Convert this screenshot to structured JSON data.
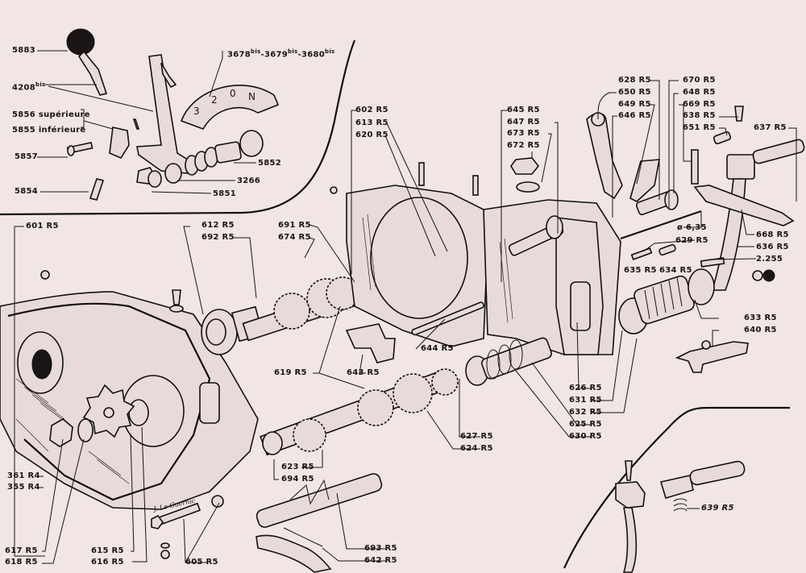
{
  "diagram": {
    "type": "exploded-parts-view",
    "subject": "motorcycle gearbox and gear selector assembly",
    "background_color": "#f1e5e5",
    "ink_color": "#1a1414",
    "signature": "J. Le Guernic",
    "selector_segment_markings": [
      "3",
      "2",
      "0",
      "N"
    ],
    "inset_top_left": {
      "labels": {
        "l5883": "5883",
        "l4208": "4208",
        "l4208_sup": "bis",
        "l3678": "3678",
        "l3679": "3679",
        "l3680": "3680",
        "sup_bis": "bis",
        "l5856": "5856 supérieure",
        "l5855": "5855 inférieure",
        "l5857": "5857",
        "l5854": "5854",
        "l5852": "5852",
        "l3266": "3266",
        "l5851": "5851"
      }
    },
    "main_labels": {
      "l601": "601 R5",
      "l612": "612 R5",
      "l692": "692 R5",
      "l691": "691 R5",
      "l674": "674 R5",
      "l602": "602 R5",
      "l613": "613 R5",
      "l620": "620 R5",
      "l645": "645 R5",
      "l647": "647 R5",
      "l673": "673 R5",
      "l672": "672 R5",
      "l628": "628 R5",
      "l650": "650 R5",
      "l649": "649 R5",
      "l646": "646 R5",
      "l670": "670 R5",
      "l648": "648 R5",
      "l669": "669 R5",
      "l638": "638 R5",
      "l651": "651 R5",
      "l637": "637 R5",
      "l668": "668 R5",
      "l636": "636 R5",
      "l2255": "2.255",
      "l635": "635 R5",
      "l634": "634 R5",
      "l629": "629 R5",
      "l635dia": "ø 6,35",
      "l633": "633 R5",
      "l640": "640 R5",
      "l644": "644 R5",
      "l643": "643 R5",
      "l619": "619 R5",
      "l626": "626 R5",
      "l631": "631 R5",
      "l632": "632 R5",
      "l625": "625 R5",
      "l630": "630 R5",
      "l627": "627 R5",
      "l624": "624 R5",
      "l623": "623 R5",
      "l694": "694 R5",
      "l693": "693 R5",
      "l642": "642 R5",
      "l605": "605 R5",
      "l615": "615 R5",
      "l616": "616 R5",
      "l617": "617 R5",
      "l618": "618 R5",
      "l361": "361 R4",
      "l355": "355 R4"
    },
    "inset_bottom_right": {
      "labels": {
        "l639": "639 R5"
      }
    }
  }
}
